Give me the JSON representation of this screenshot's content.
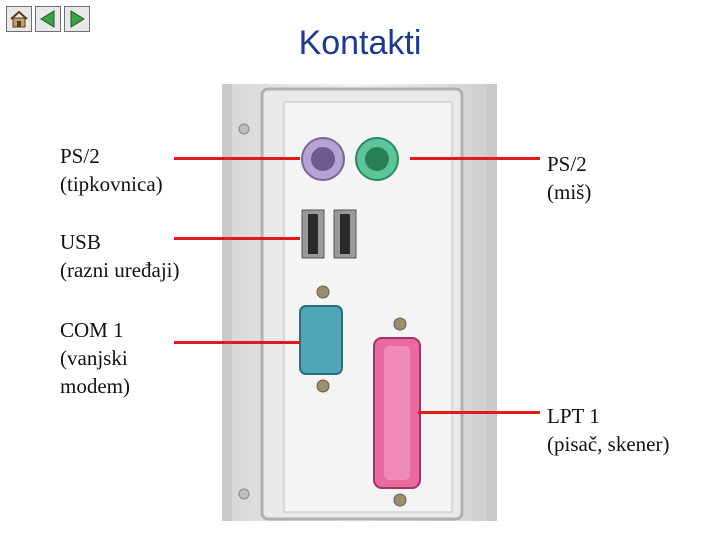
{
  "nav": {
    "home_icon": "home-icon",
    "back_icon": "back-triangle-icon",
    "forward_icon": "forward-triangle-icon"
  },
  "title": "Kontakti",
  "labels": {
    "ps2_keyboard": "PS/2\n(tipkovnica)",
    "usb": "USB\n(razni uređaji)",
    "com1": "COM 1\n(vanjski\nmodem)",
    "ps2_mouse": "PS/2\n(miš)",
    "lpt1": "LPT 1\n(pisač, skener)"
  },
  "colors": {
    "title": "#1f3a8a",
    "arrow": "#e01b1b",
    "ps2_keyboard_port": "#9a7fc0",
    "ps2_mouse_port": "#3dae82",
    "com_port": "#2f8fa0",
    "lpt_port": "#d8508a"
  }
}
